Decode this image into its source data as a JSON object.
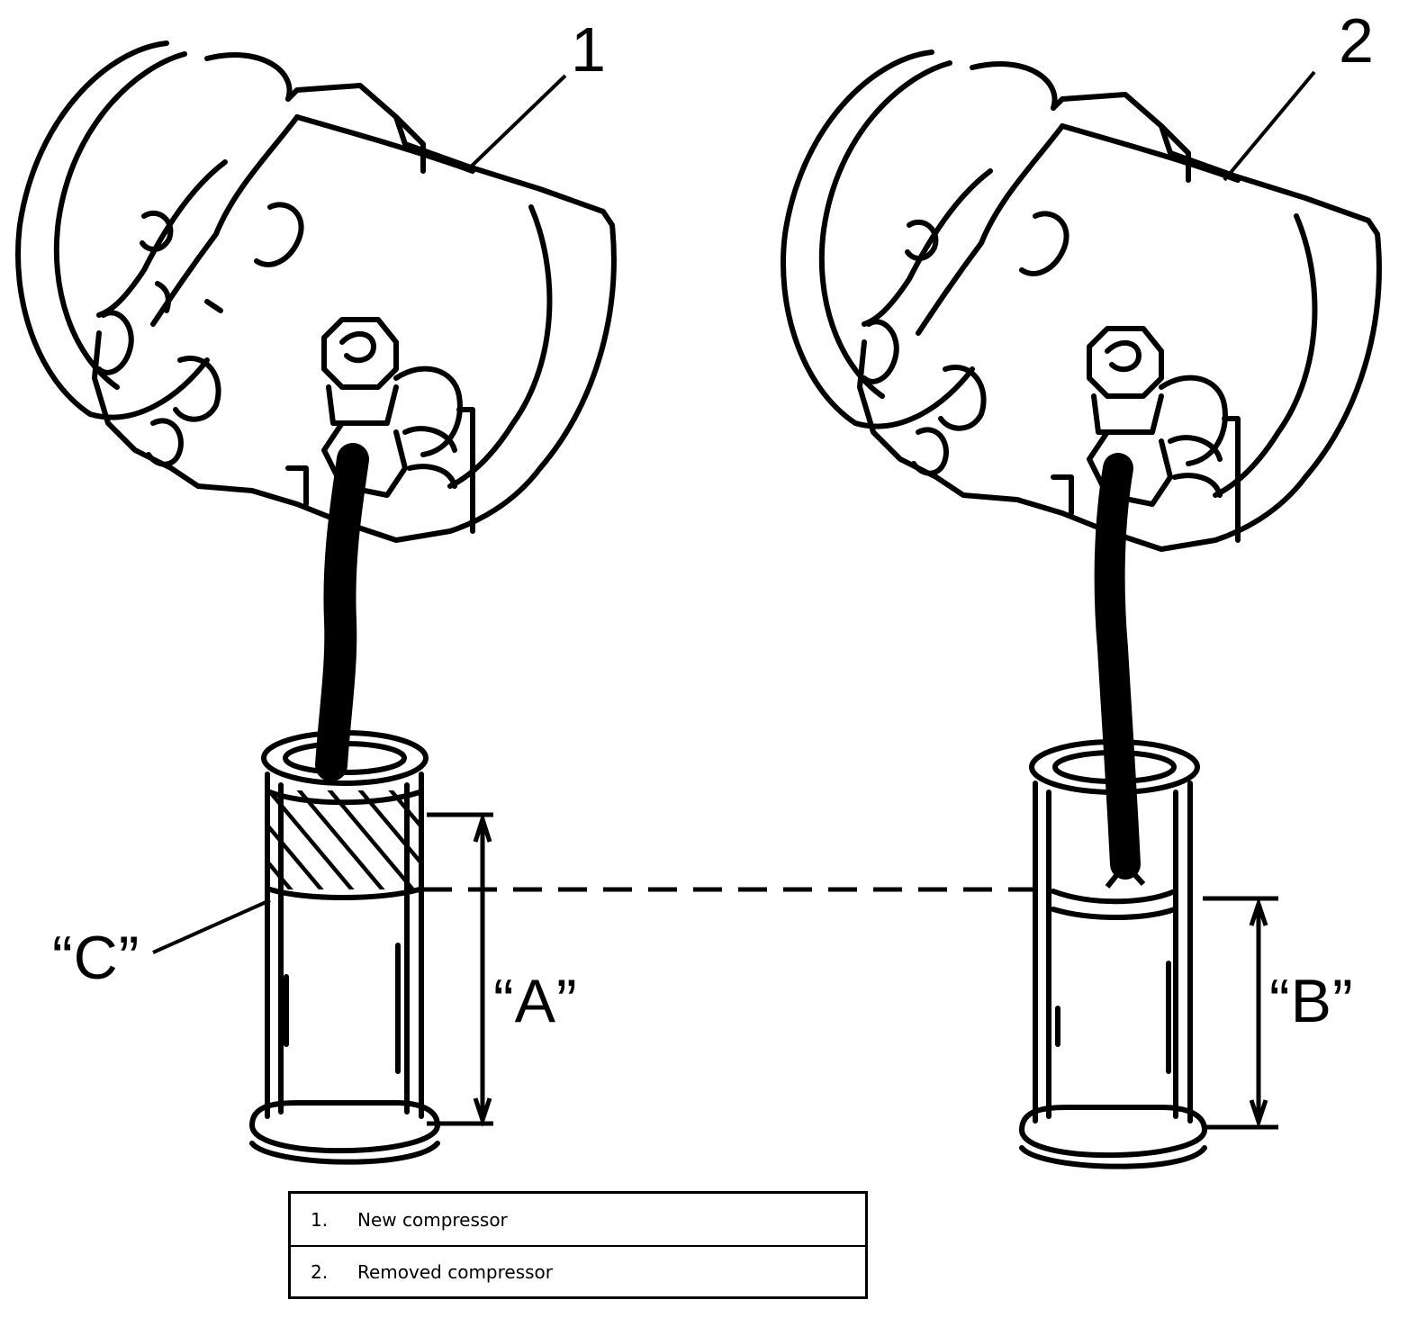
{
  "callouts": {
    "one": "1",
    "two": "2"
  },
  "dimensions": {
    "a": "“A”",
    "b": "“B”",
    "c": "“C”"
  },
  "legend": {
    "items": [
      {
        "num": "1.",
        "label": "New compressor"
      },
      {
        "num": "2.",
        "label": "Removed compressor"
      }
    ]
  }
}
